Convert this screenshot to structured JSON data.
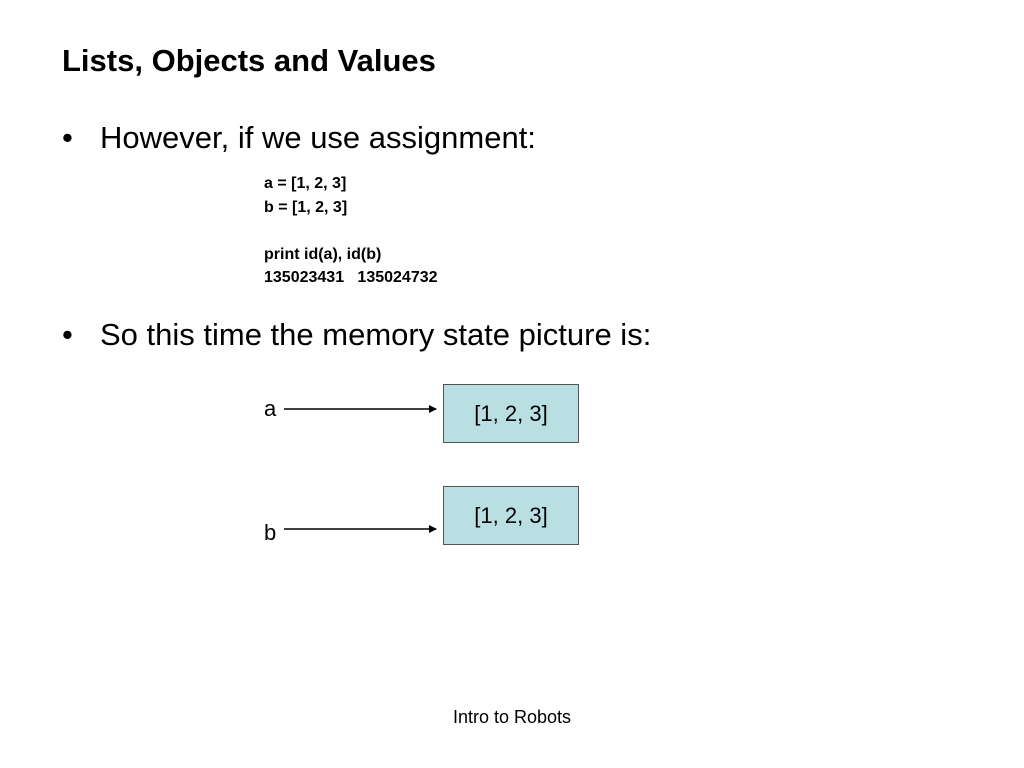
{
  "title": "Lists, Objects and Values",
  "bullets": [
    {
      "marker": "•",
      "text": "However, if we use assignment:"
    },
    {
      "marker": "•",
      "text": "So this time the memory state picture is:"
    }
  ],
  "code_lines": [
    "a = [1, 2, 3]",
    "b = [1, 2, 3]",
    "",
    "print id(a), id(b)",
    "135023431   135024732"
  ],
  "diagram": {
    "var_a": "a",
    "var_b": "b",
    "box_a": "[1, 2, 3]",
    "box_b": "[1, 2, 3]",
    "box_color": "#b9dfe2"
  },
  "footer": "Intro to Robots"
}
